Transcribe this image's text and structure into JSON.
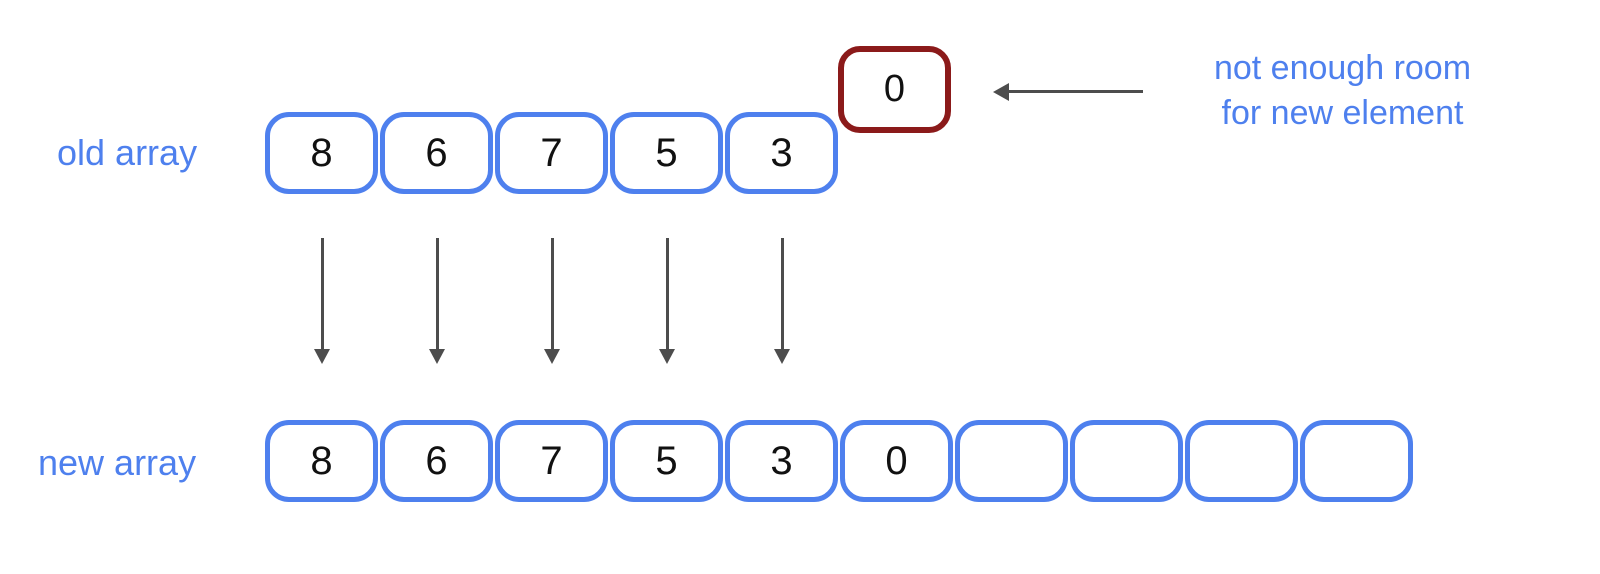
{
  "colors": {
    "blue": "#4e80ee",
    "dark_red": "#8b1a1a",
    "arrow_gray": "#4d4d4d",
    "number_black": "#111111"
  },
  "old_array": {
    "label": "old array",
    "cells": [
      "8",
      "6",
      "7",
      "5",
      "3"
    ]
  },
  "overflow_element": {
    "value": "0"
  },
  "annotation": {
    "line1": "not enough room",
    "line2": "for new element"
  },
  "new_array": {
    "label": "new array",
    "cells": [
      "8",
      "6",
      "7",
      "5",
      "3",
      "0",
      "",
      "",
      "",
      ""
    ]
  }
}
